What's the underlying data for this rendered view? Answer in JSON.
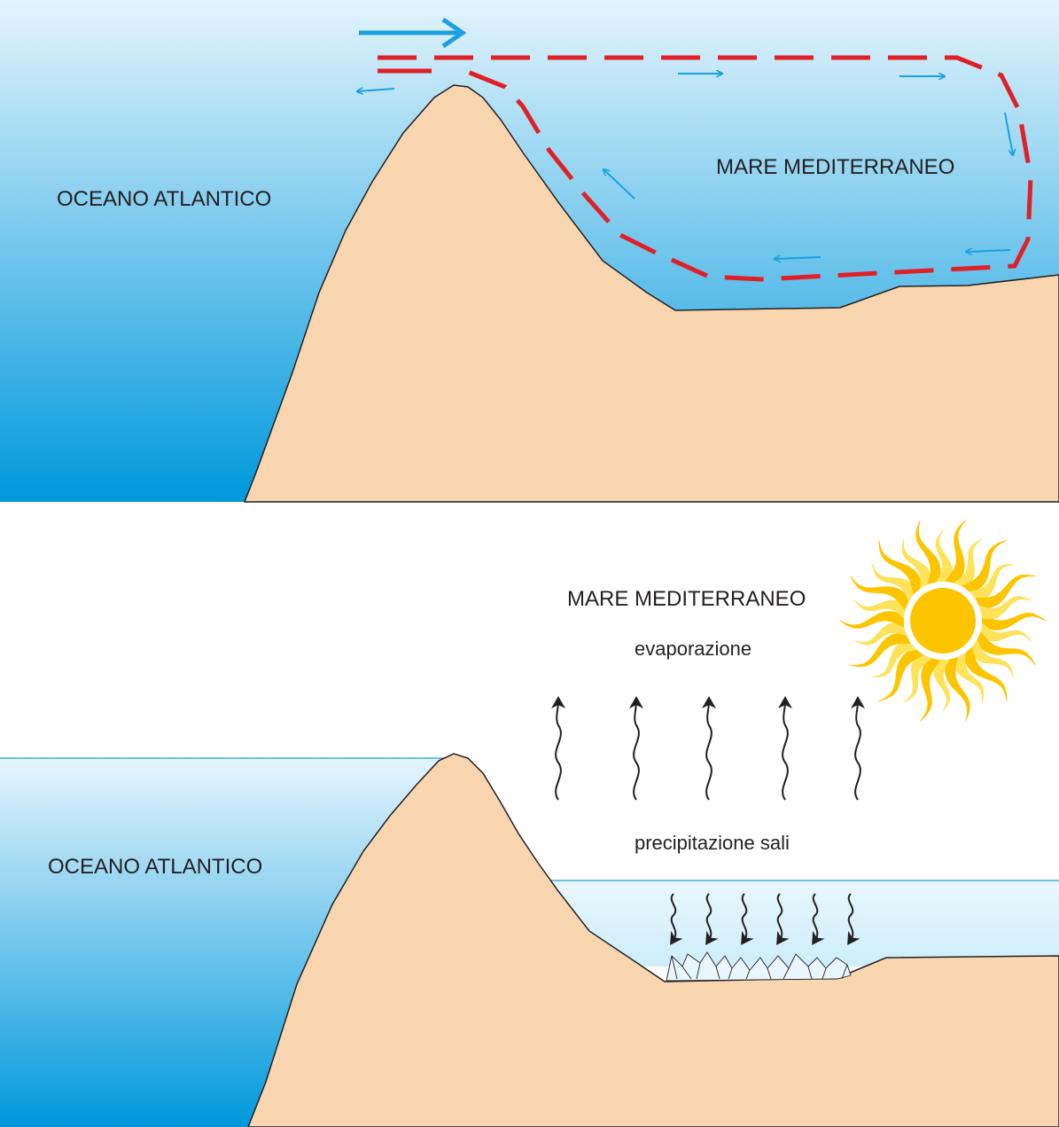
{
  "top_panel": {
    "ocean_label": "OCEANO ATLANTICO",
    "sea_label": "MARE MEDITERRANEO"
  },
  "bottom_panel": {
    "ocean_label": "OCEANO ATLANTICO",
    "sea_label": "MARE MEDITERRANEO",
    "evaporation_label": "evaporazione",
    "salt_label": "precipitazione sali"
  },
  "colors": {
    "land": "#f9d5b0",
    "water_light": "#e3f4fc",
    "water_deep": "#0099dd",
    "current_red": "#e01f26",
    "current_blue": "#1aa0e0",
    "sun_core": "#fcc500",
    "sun_rays": "#fdd835",
    "arrow_dark": "#231f20"
  }
}
